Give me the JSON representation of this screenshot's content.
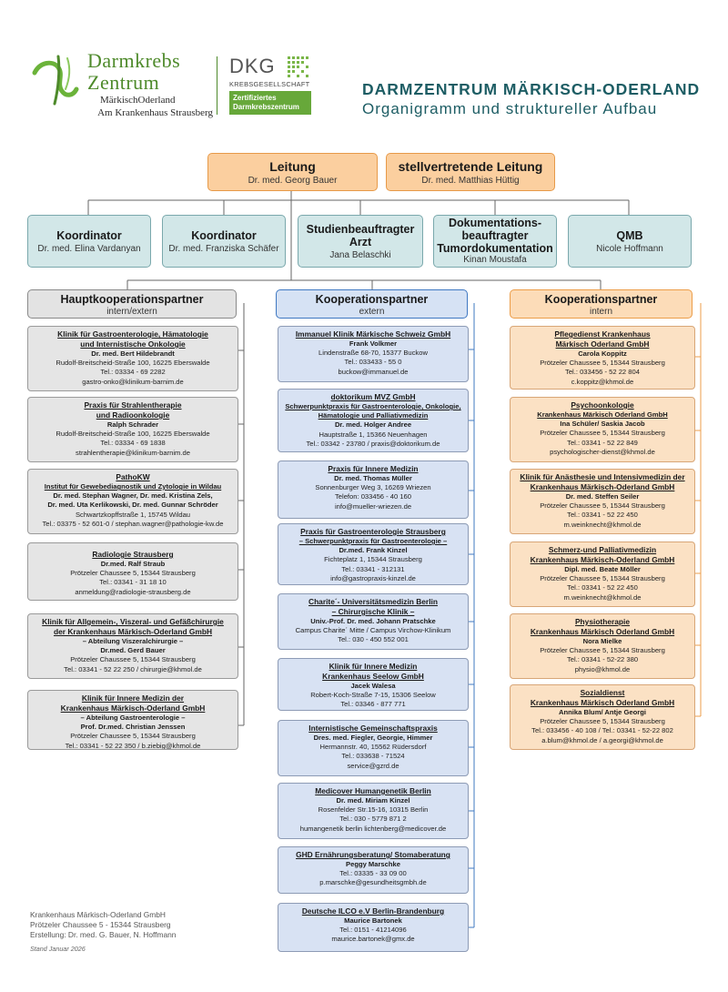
{
  "header": {
    "logo_line1": "Darmkrebs",
    "logo_line2": "Zentrum",
    "logo_line3": "MärkischOderland",
    "logo_line4": "Am Krankenhaus Strausberg",
    "dkg_letters": "DKG",
    "dkg_sub": "KREBSGESELLSCHAFT",
    "dkg_cert_line1": "Zertifiziertes",
    "dkg_cert_line2": "Darmkrebszentrum",
    "title": "DARMZENTRUM MÄRKISCH-ODERLAND",
    "subtitle": "Organigramm und struktureller Aufbau"
  },
  "leitung": [
    {
      "title": "Leitung",
      "name": "Dr. med. Georg Bauer"
    },
    {
      "title": "stellvertretende Leitung",
      "name": "Dr. med. Matthias Hüttig"
    }
  ],
  "roles": [
    {
      "lines": [
        "Koordinator"
      ],
      "name": "Dr. med. Elina Vardanyan"
    },
    {
      "lines": [
        "Koordinator"
      ],
      "name": "Dr. med. Franziska Schäfer"
    },
    {
      "lines": [
        "Studienbeauftragter",
        "Arzt"
      ],
      "name": "Jana Belaschki"
    },
    {
      "lines": [
        "Dokumentations-",
        "beauftragter",
        "Tumordokumentation"
      ],
      "name": "Kinan Moustafa"
    },
    {
      "lines": [
        "QMB"
      ],
      "name": "Nicole Hoffmann"
    }
  ],
  "columns": [
    {
      "title": "Hauptkooperationspartner",
      "subtitle": "intern/extern",
      "cards": [
        {
          "lines": [
            "Klinik für Gastroenterologie, Hämatologie",
            "und Internistische Onkologie"
          ],
          "person": "Dr. med. Bert Hildebrandt",
          "details": [
            "Rudolf-Breitscheid-Straße 100, 16225 Eberswalde",
            "Tel.: 03334 - 69 2282",
            "gastro-onko@klinikum-barnim.de"
          ]
        },
        {
          "lines": [
            "Praxis für Strahlentherapie",
            "und Radioonkologie"
          ],
          "person": "Ralph Schrader",
          "details": [
            "Rudolf-Breitscheid-Straße 100, 16225 Eberswalde",
            "Tel.: 03334 - 69 1838",
            "strahlentherapie@klinikum-barnim.de"
          ]
        },
        {
          "lines": [
            "PathoKW"
          ],
          "sub": [
            "Institut für Gewebediagnostik und Zytologie in Wildau"
          ],
          "persons": [
            "Dr. med. Stephan Wagner, Dr. med. Kristina Zels,",
            "Dr. med. Uta Kerlikowski, Dr. med. Gunnar Schröder"
          ],
          "details": [
            "Schwartzkopffstraße 1, 15745 Wildau",
            "Tel.: 03375 - 52 601-0 / stephan.wagner@pathologie-kw.de"
          ]
        },
        {
          "lines": [
            "Radiologie Strausberg"
          ],
          "person": "Dr.med. Ralf Straub",
          "details": [
            "Prötzeler Chaussee 5, 15344 Strausberg",
            "Tel.: 03341 - 31 18 10",
            "anmeldung@radiologie-strausberg.de"
          ]
        },
        {
          "lines": [
            "Klinik für Allgemein-, Viszeral- und Gefäßchirurgie",
            "der Krankenhaus Märkisch-Oderland GmbH"
          ],
          "sub": [
            "– Abteilung Viszeralchirurgie –"
          ],
          "person": "Dr.med. Gerd Bauer",
          "details": [
            "Prötzeler Chaussee 5, 15344 Strausberg",
            "Tel.: 03341 - 52 22 250 / chirurgie@khmol.de"
          ]
        },
        {
          "lines": [
            "Klinik für Innere Medizin der",
            "Krankenhaus Märkisch-Oderland GmbH"
          ],
          "sub": [
            "– Abteilung Gastroenterologie –"
          ],
          "person": "Prof. Dr.med. Christian Jenssen",
          "details": [
            "Prötzeler Chaussee 5, 15344 Strausberg",
            "Tel.: 03341 - 52 22 350 / b.ziebig@khmol.de"
          ]
        }
      ]
    },
    {
      "title": "Kooperationspartner",
      "subtitle": "extern",
      "cards": [
        {
          "lines": [
            "Immanuel Klinik Märkische Schweiz GmbH"
          ],
          "person": "Frank Volkmer",
          "details": [
            "Lindenstraße 68-70, 15377 Buckow",
            "Tel.:  033433 - 55 0",
            "buckow@immanuel.de"
          ]
        },
        {
          "lines": [
            "doktorikum MVZ GmbH"
          ],
          "sub": [
            "Schwerpunktpraxis für Gastroenterologie, Onkologie,",
            "Hämatologie und Palliativmedizin"
          ],
          "person": "Dr. med. Holger Andree",
          "details": [
            "Hauptstraße 1, 15366 Neuenhagen",
            "Tel.: 03342 - 23780 / praxis@doktorikum.de"
          ]
        },
        {
          "lines": [
            "Praxis für Innere Medizin"
          ],
          "person": "Dr. med. Thomas Müller",
          "details": [
            "Sonnenburger Weg 3, 16269 Wriezen",
            "Telefon: 033456 - 40 160",
            "info@mueller-wriezen.de"
          ]
        },
        {
          "lines": [
            "Praxis für Gastroenterologie Strausberg",
            "– Schwerpunktpraxis für Gastroenterologie –"
          ],
          "person": "Dr.med. Frank Kinzel",
          "details": [
            "Fichteplatz 1, 15344 Strausberg",
            "Tel.: 03341 - 312131",
            "info@gastropraxis-kinzel.de"
          ]
        },
        {
          "lines": [
            "Charite´- Universitätsmedizin Berlin",
            "– Chirurgische Klinik –"
          ],
          "person": "Univ.-Prof. Dr. med. Johann Pratschke",
          "details": [
            "Campus Charite´ Mitte / Campus Virchow-Klinikum",
            "Tel.: 030 - 450 552 001"
          ]
        },
        {
          "lines": [
            "Klinik für Innere Medizin",
            "Krankenhaus Seelow GmbH"
          ],
          "person": "Jacek Walesa",
          "details": [
            "Robert-Koch-Straße 7-15, 15306 Seelow",
            "Tel.: 03346 - 877 771"
          ]
        },
        {
          "lines": [
            "Internistische Gemeinschaftspraxis"
          ],
          "person": "Dres. med. Fiegler, Georgie, Himmer",
          "details": [
            "Hermannstr. 40, 15562 Rüdersdorf",
            "Tel.: 033638 - 71524",
            "service@gzrd.de"
          ]
        },
        {
          "lines": [
            "Medicover Humangenetik Berlin"
          ],
          "person": "Dr. med. Miriam Kinzel",
          "details": [
            "Rosenfelder Str.15-16, 10315 Berlin",
            "Tel.: 030 - 5779 871 2",
            "humangenetik berlin lichtenberg@medicover.de"
          ]
        },
        {
          "lines": [
            "GHD Ernährungsberatung/ Stomaberatung"
          ],
          "person": "Peggy Marschke",
          "details": [
            "Tel.: 03335 - 33 09 00",
            "p.marschke@gesundheitsgmbh.de"
          ]
        },
        {
          "lines": [
            "Deutsche ILCO e.V Berlin-Brandenburg"
          ],
          "person": "Maurice Bartonek",
          "details": [
            "Tel.: 0151 - 41214096",
            "maurice.bartonek@gmx.de"
          ]
        }
      ]
    },
    {
      "title": "Kooperationspartner",
      "subtitle": "intern",
      "cards": [
        {
          "lines": [
            "Pflegedienst Krankenhaus",
            "Märkisch Oderland GmbH"
          ],
          "person": "Carola Koppitz",
          "details": [
            "Prötzeler Chaussee 5, 15344 Strausberg",
            "Tel.: 033456 - 52 22 804",
            "c.koppitz@khmol.de"
          ]
        },
        {
          "lines": [
            "Psychoonkologie"
          ],
          "sub": [
            "Krankenhaus Märkisch Oderland GmbH"
          ],
          "person": "Ina Schüler/ Saskia Jacob",
          "details": [
            "Prötzeler Chaussee 5, 15344 Strausberg",
            "Tel.: 03341 - 52 22 849",
            "psychologischer-dienst@khmol.de"
          ]
        },
        {
          "lines": [
            "Klinik für Anästhesie und Intensivmedizin der",
            "Krankenhaus Märkisch-Oderland GmbH"
          ],
          "person": "Dr. med. Steffen Seiler",
          "details": [
            "Prötzeler Chaussee 5, 15344 Strausberg",
            "Tel.: 03341 - 52 22 450",
            "m.weinknecht@khmol.de"
          ]
        },
        {
          "lines": [
            "Schmerz-und Palliativmedizin",
            "Krankenhaus Märkisch-Oderland GmbH"
          ],
          "person": "Dipl. med. Beate Möller",
          "details": [
            "Prötzeler Chaussee 5, 15344 Strausberg",
            "Tel.: 03341 - 52 22 450",
            "m.weinknecht@khmol.de"
          ]
        },
        {
          "lines": [
            "Physiotherapie",
            "Krankenhaus Märkisch Oderland GmbH"
          ],
          "person": "Nora Mielke",
          "details": [
            "Prötzeler Chaussee 5, 15344 Strausberg",
            "Tel.: 03341 - 52-22 380",
            "physio@khmol.de"
          ]
        },
        {
          "lines": [
            "Sozialdienst",
            "Krankenhaus Märkisch Oderland GmbH"
          ],
          "person": "Annika Blum/ Antje Georgi",
          "details": [
            "Prötzeler Chaussee 5, 15344 Strausberg",
            "Tel.: 033456 - 40 108 / Tel.: 03341 - 52-22 802",
            "a.blum@khmol.de / a.georgi@khmol.de"
          ]
        }
      ]
    }
  ],
  "footer": {
    "lines": [
      "Krankenhaus Märkisch-Oderland GmbH",
      "Prötzeler Chaussee 5 - 15344 Strausberg",
      "Erstellung: Dr. med. G. Bauer, N. Hoffmann"
    ],
    "stand": "Stand Januar 2026"
  },
  "colors": {
    "orange_fill": "#fbcf9f",
    "teal_fill": "#d2e7e8",
    "gray_fill": "#e3e3e3",
    "blue_fill": "#d6e2f4",
    "peach_fill": "#fcdcb8",
    "title_color": "#1d5d64",
    "logo_green": "#4e8a2b"
  }
}
